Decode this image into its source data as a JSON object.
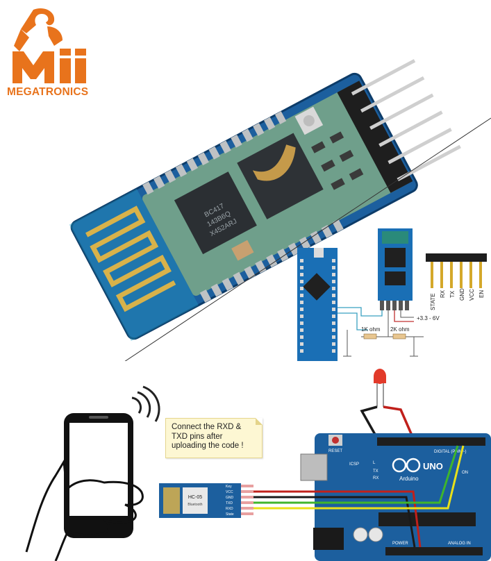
{
  "brand": {
    "logo_icon": "megatronics-mi-logo",
    "name": "MEGATRONICS",
    "accent_color": "#e8731c"
  },
  "module": {
    "chip_text_1": "BC417",
    "chip_text_2": "143B6Q",
    "chip_text_3": "X452ARJ"
  },
  "wiring_diagram": {
    "pin_labels": [
      "STATE",
      "RX",
      "TX",
      "GND",
      "VCC",
      "EN"
    ],
    "supply_label": "+3.3 - 6V",
    "resistor_1": "1K ohm",
    "resistor_2": "2K ohm"
  },
  "hookup": {
    "note_text": "Connect the RXD & TXD pins after uploading the code !",
    "hc05_label_1": "HC-05",
    "hc05_label_2": "Bluetooth",
    "hc05_pins": [
      "Key",
      "VCC",
      "GND",
      "TXD",
      "RXD",
      "State"
    ],
    "arduino_brand": "Arduino",
    "arduino_model": "UNO",
    "reset_label": "RESET",
    "digital_label": "DIGITAL (PWM~)",
    "analog_label": "ANALOG IN",
    "power_label": "POWER",
    "icsp_label": "ICSP",
    "led_labels": [
      "L",
      "TX",
      "RX",
      "ON"
    ]
  },
  "colors": {
    "pcb_blue": "#1c5f9e",
    "wire_red": "#c0201b",
    "wire_yellow": "#e8e01a",
    "wire_green": "#3fb52c",
    "wire_black": "#1a1a1a"
  }
}
